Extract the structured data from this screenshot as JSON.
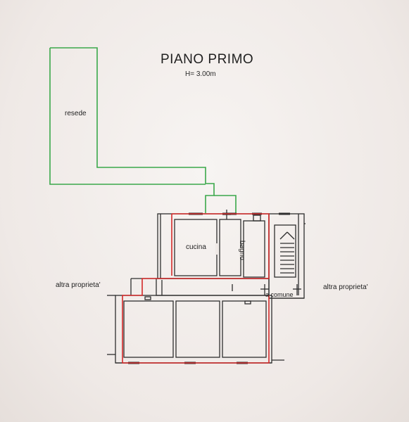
{
  "drawing": {
    "title": "PIANO PRIMO",
    "subtitle": "H= 3.00m"
  },
  "rooms": {
    "resede": "resede",
    "cucina": "cucina",
    "bagno": "bagno",
    "comune": "a comune"
  },
  "neighbors": {
    "left": "altra proprieta'",
    "right": "altra proprieta'"
  },
  "colors": {
    "paper": "#f4f0ee",
    "wall": "#333333",
    "property_outline": "#d42a2a",
    "garden_outline": "#3aa84a"
  }
}
